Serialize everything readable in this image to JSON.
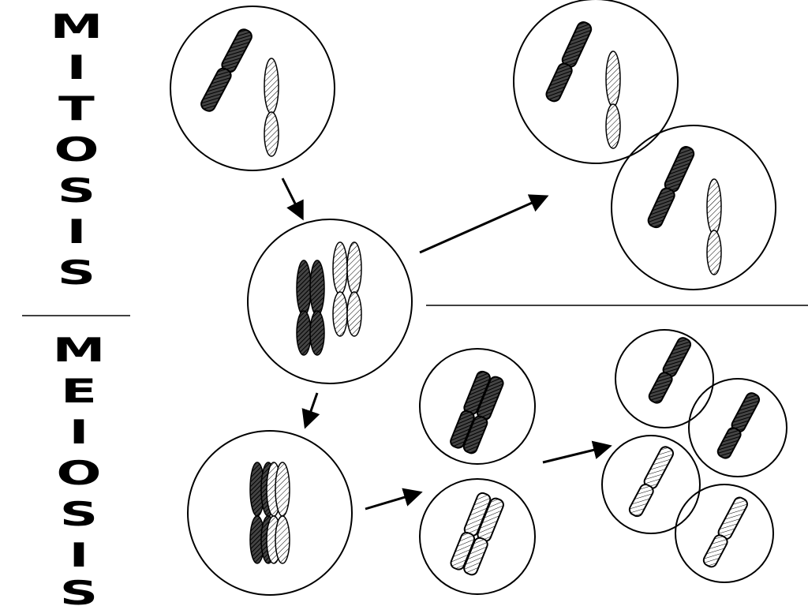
{
  "mitosis_title": [
    "M",
    "I",
    "T",
    "O",
    "S",
    "I",
    "S"
  ],
  "meiosis_title": [
    "M",
    "E",
    "I",
    "O",
    "S",
    "I",
    "S"
  ],
  "colors": {
    "ink": "#000000",
    "background": "#ffffff"
  }
}
